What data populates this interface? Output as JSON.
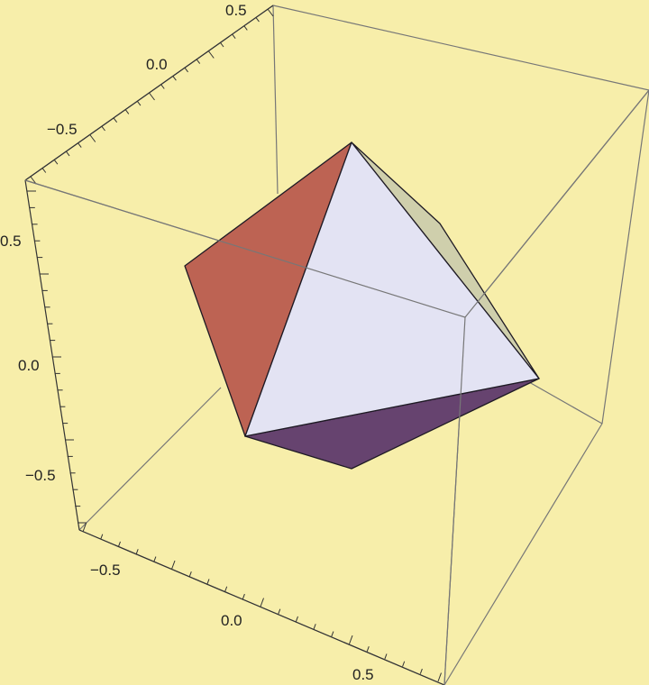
{
  "plot": {
    "type": "3d-polyhedron",
    "shape": "octahedron",
    "background": "#f7eeaa",
    "box": true,
    "axes": [
      {
        "name": "axis-1",
        "ticks": [
          {
            "value": -0.5,
            "label": "−0.5"
          },
          {
            "value": 0.0,
            "label": "0.0"
          },
          {
            "value": 0.5,
            "label": "0.5"
          }
        ]
      },
      {
        "name": "axis-2",
        "ticks": [
          {
            "value": -0.5,
            "label": "−0.5"
          },
          {
            "value": 0.0,
            "label": "0.0"
          },
          {
            "value": 0.5,
            "label": "0.5"
          }
        ]
      },
      {
        "name": "axis-3",
        "ticks": [
          {
            "value": -0.5,
            "label": "−0.5"
          },
          {
            "value": 0.0,
            "label": "0.0"
          },
          {
            "value": 0.5,
            "label": "0.5"
          }
        ]
      }
    ],
    "face_colors": {
      "front": "#e3e3f3",
      "left": "#bd6353",
      "right": "#cfcfac",
      "bottom": "#66436f"
    }
  }
}
